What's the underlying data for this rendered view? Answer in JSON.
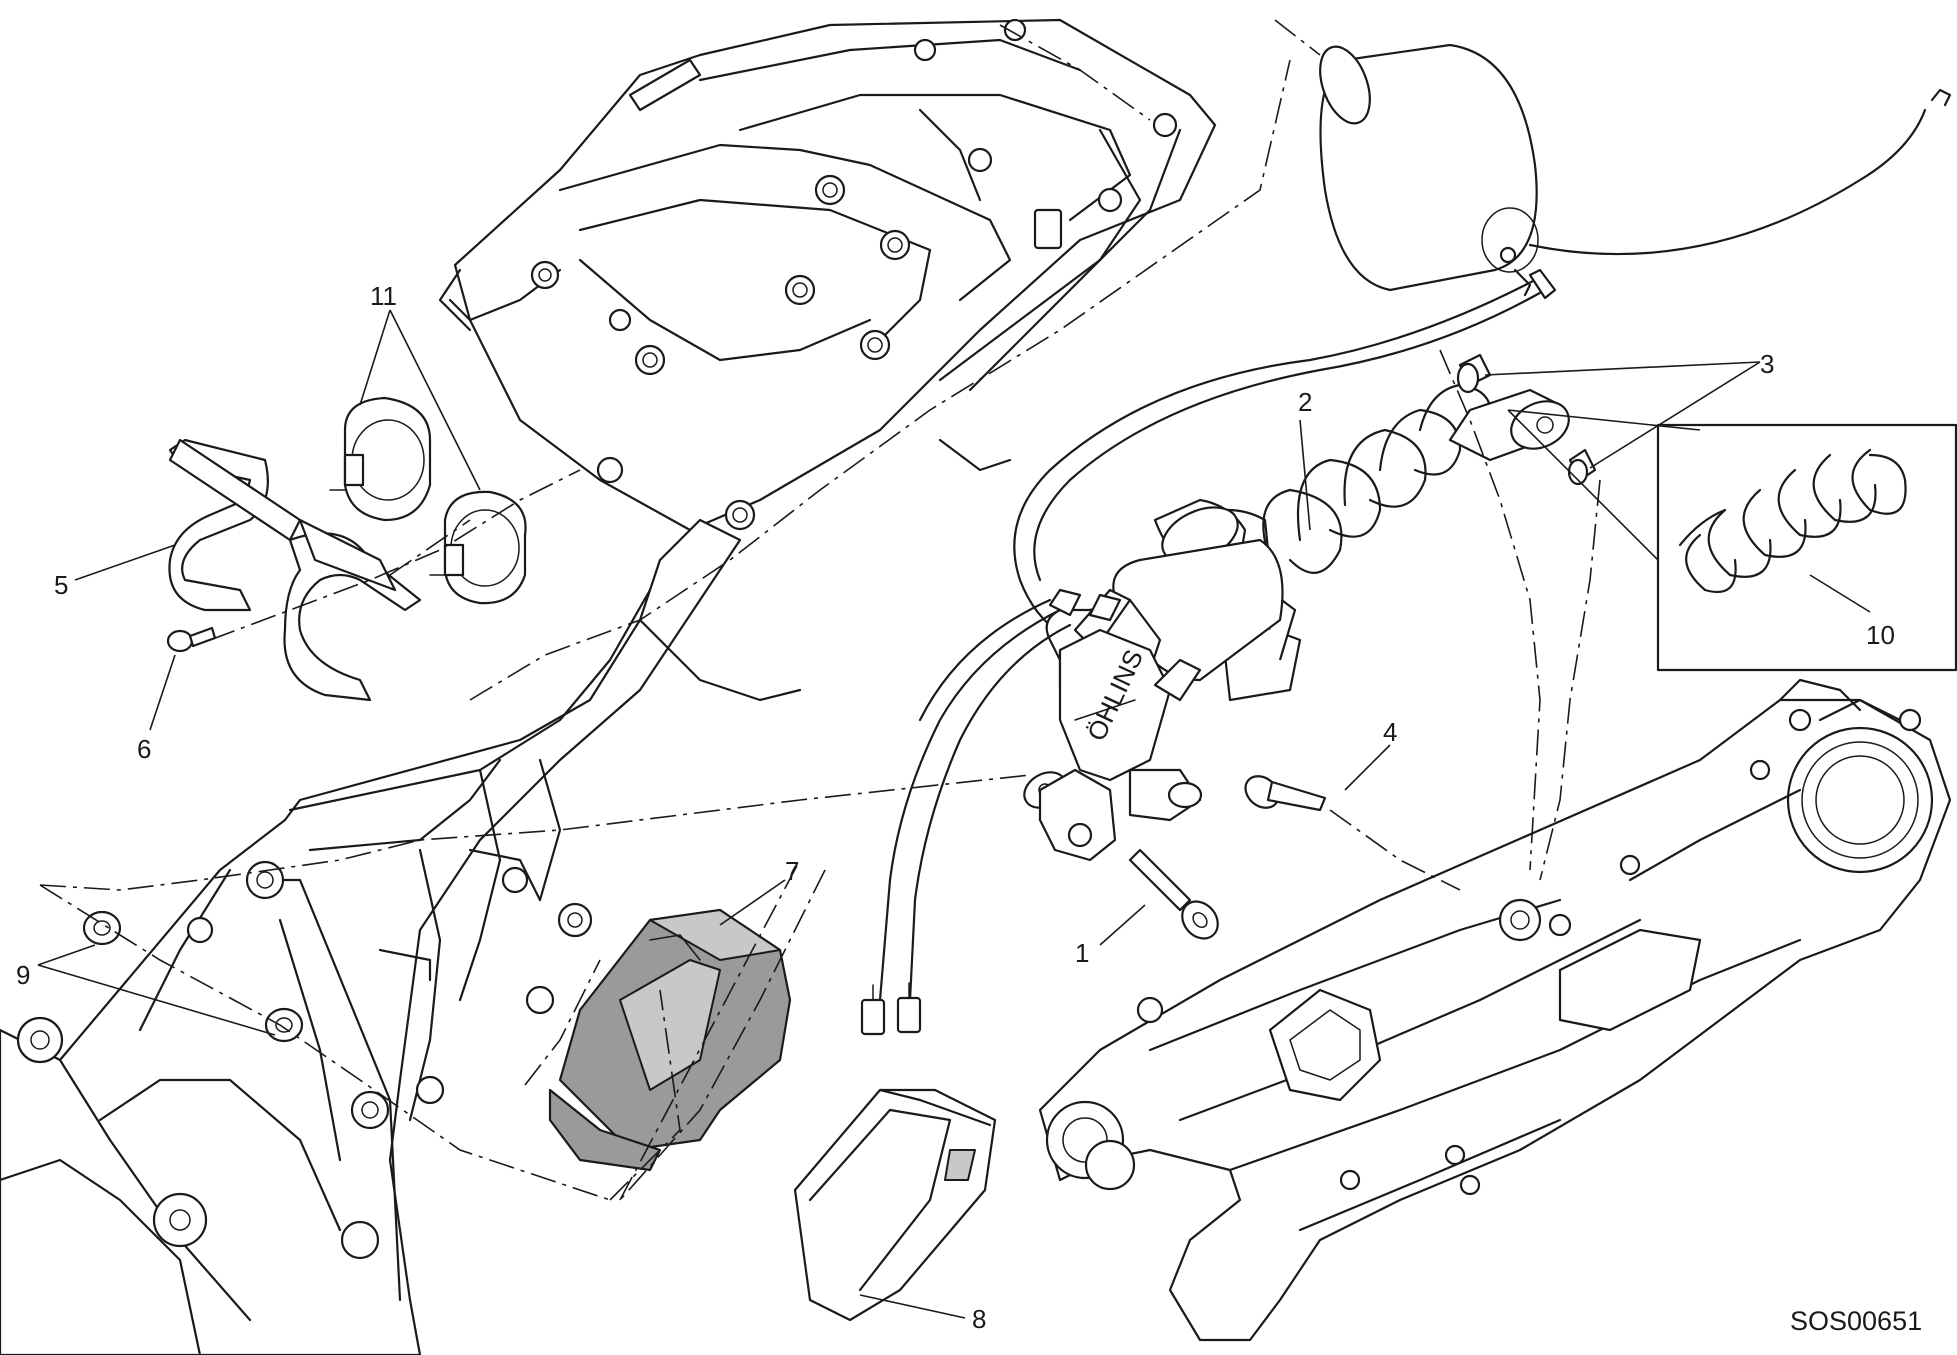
{
  "callouts": {
    "c1": "1",
    "c2": "2",
    "c3": "3",
    "c4": "4",
    "c5": "5",
    "c6": "6",
    "c7": "7",
    "c8": "8",
    "c9": "9",
    "c10": "10",
    "c11": "11"
  },
  "drawing_code": "SOS00651",
  "shock_brand_mark": "ÖHLINS"
}
